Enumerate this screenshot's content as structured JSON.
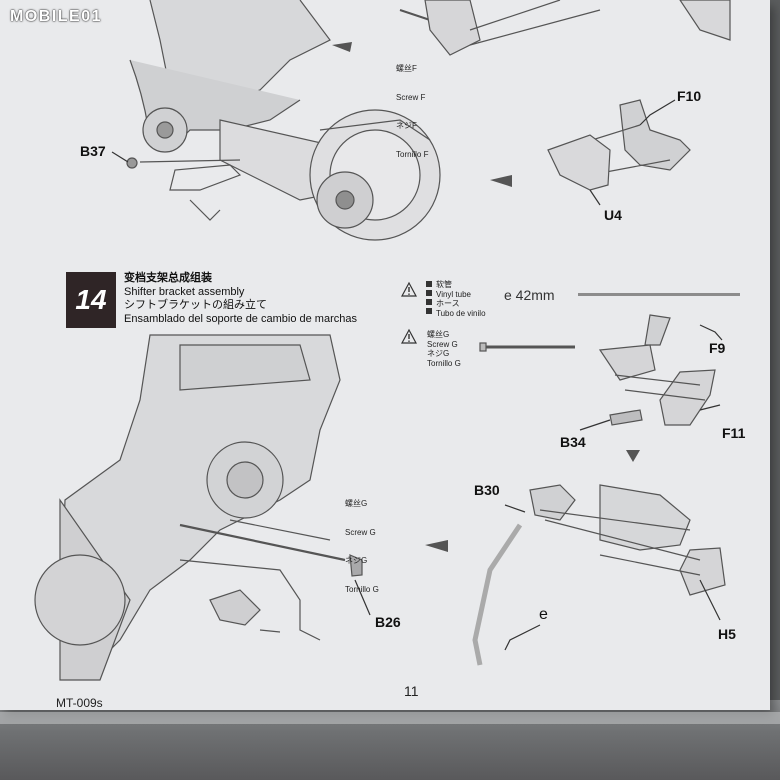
{
  "watermark": {
    "text": "MOBILE01"
  },
  "top_section": {
    "screw_f": {
      "zh": "螺丝F",
      "en": "Screw F",
      "ja": "ネジF",
      "es": "Tornillo F"
    },
    "labels": {
      "b37": "B37",
      "f10": "F10",
      "u4": "U4"
    }
  },
  "step": {
    "number": "14",
    "title_zh": "变档支架总成组装",
    "title_en": "Shifter bracket assembly",
    "title_ja": "シフトブラケットの組み立て",
    "title_es": "Ensamblado del soporte de cambio de marchas"
  },
  "legend": {
    "tube": {
      "zh": "软管",
      "en": "Vinyl tube",
      "ja": "ホース",
      "es": "Tubo de vinilo"
    },
    "tube_length": "e 42mm",
    "screw_g_header": {
      "zh": "螺丝G",
      "en": "Screw G",
      "ja": "ネジG",
      "es": "Tornillo G"
    }
  },
  "main_section": {
    "screw_g": {
      "zh": "螺丝G",
      "en": "Screw G",
      "ja": "ネジG",
      "es": "Tornillo G"
    },
    "labels": {
      "f9": "F9",
      "f11": "F11",
      "b34": "B34",
      "b30": "B30",
      "h5": "H5",
      "b26": "B26",
      "e": "e"
    }
  },
  "footer": {
    "model": "MT-009s",
    "page": "11"
  }
}
